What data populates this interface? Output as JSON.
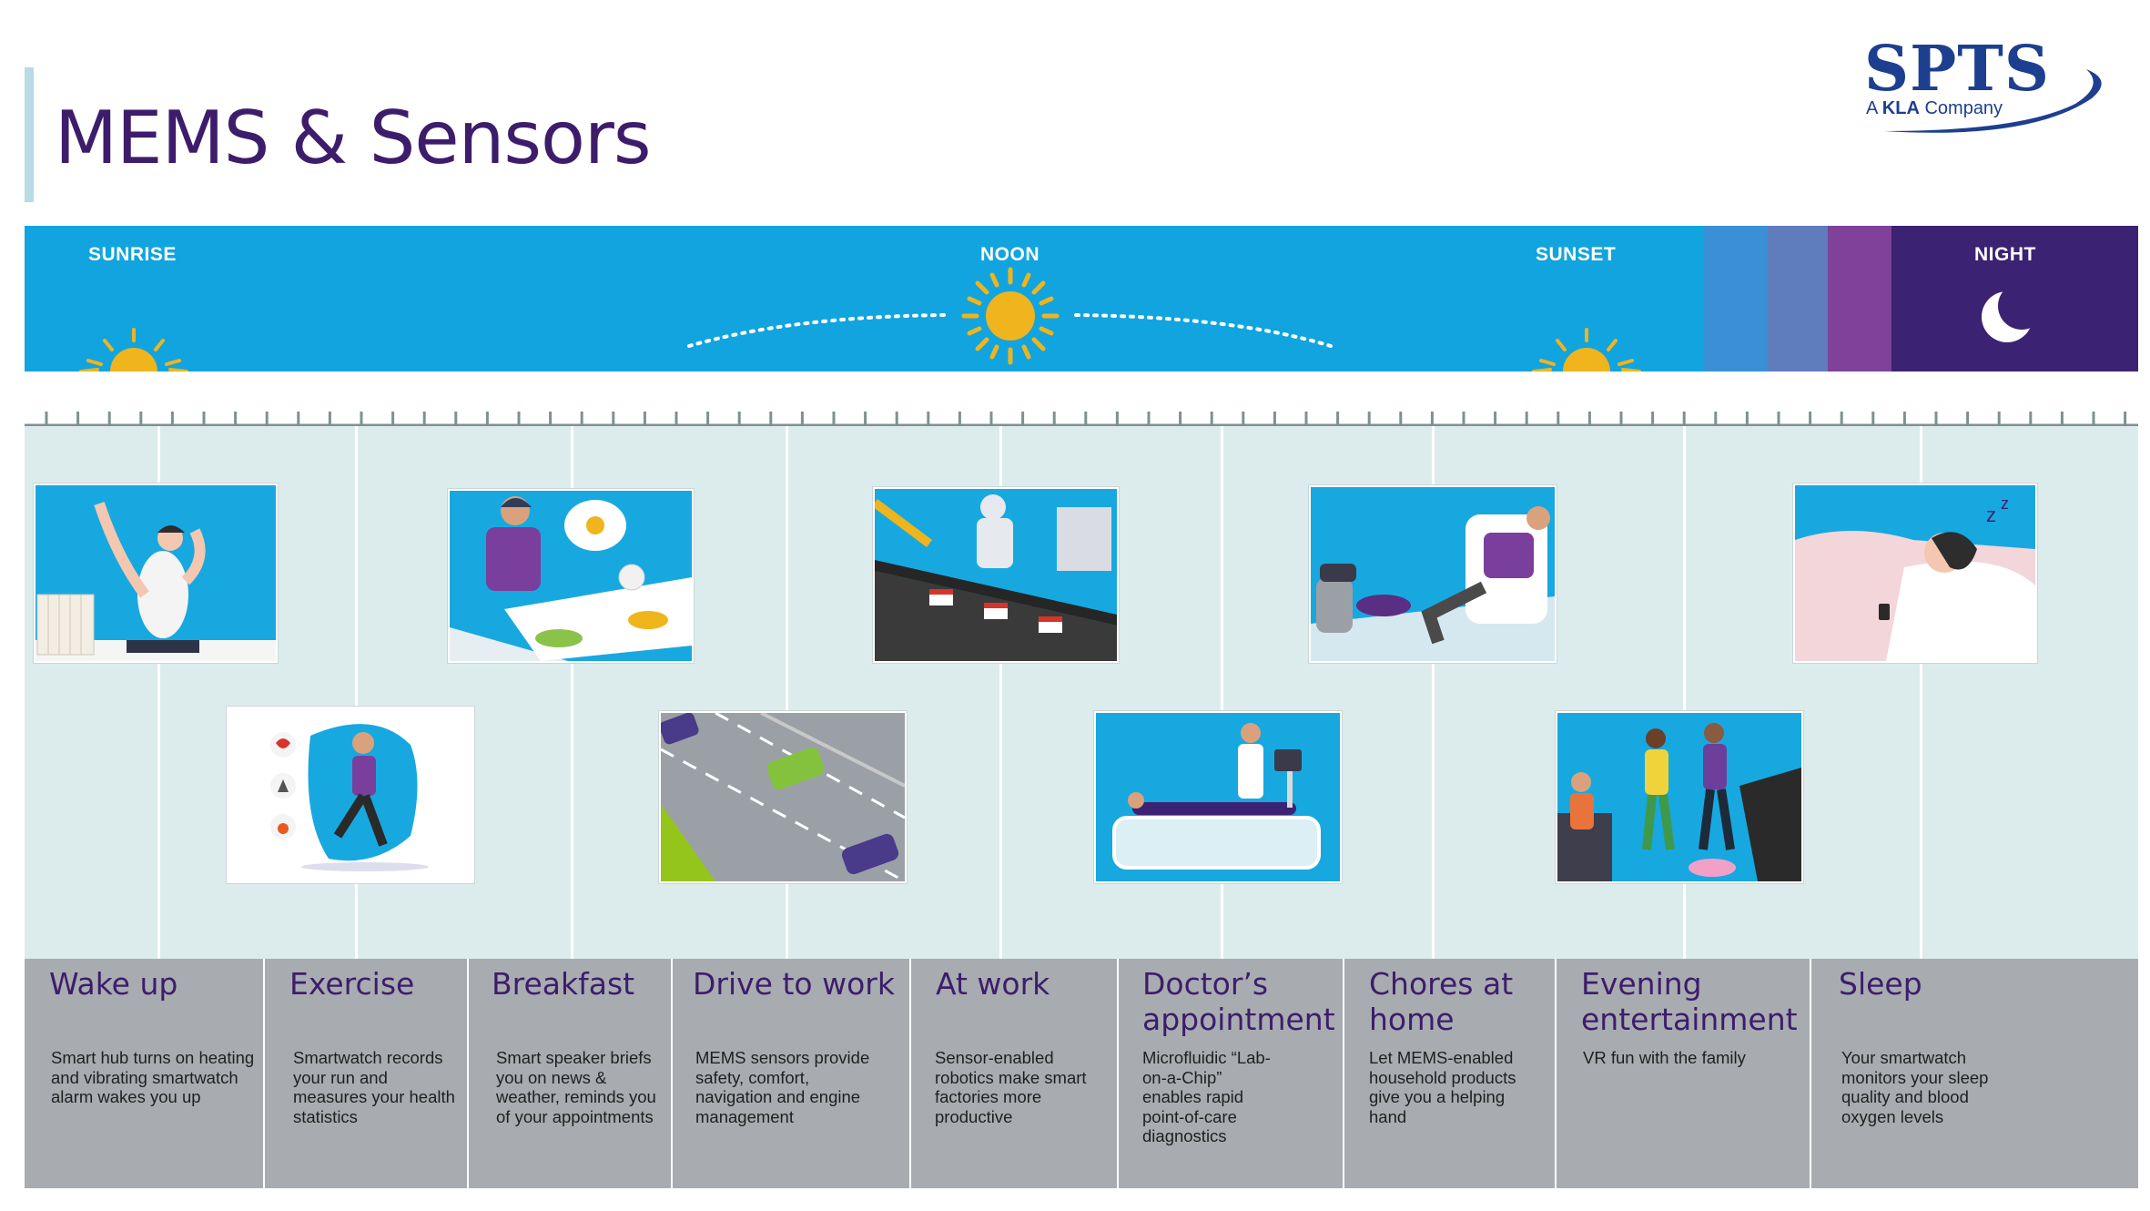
{
  "page_title": "MEMS & Sensors",
  "logo": {
    "name": "SPTS",
    "tagline_prefix": "A ",
    "tagline_brand": "KLA",
    "tagline_suffix": " Company"
  },
  "sky": {
    "sunrise": "SUNRISE",
    "noon": "NOON",
    "sunset": "SUNSET",
    "night": "NIGHT"
  },
  "colors": {
    "sky": "#12a4de",
    "title": "#3d1d6b",
    "panel": "#a8acb0",
    "timeline": "#dcecec",
    "sun": "#f0b41c",
    "night": "#3c2272"
  },
  "stages": [
    {
      "title": "Wake up",
      "text": "Smart hub turns on heating and vibrating smartwatch alarm wakes you up"
    },
    {
      "title": "Exercise",
      "text": "Smartwatch records your run and measures your health statistics"
    },
    {
      "title": "Breakfast",
      "text": "Smart speaker briefs you on news & weather, reminds you of your appointments"
    },
    {
      "title": "Drive to work",
      "text": "MEMS sensors provide safety, comfort, navigation and engine management"
    },
    {
      "title": "At work",
      "text": "Sensor-enabled robotics make smart factories more productive"
    },
    {
      "title": "Doctor’s appointment",
      "text": "Microfluidic “Lab-on-a-Chip” enables rapid point-of-care diagnostics"
    },
    {
      "title": "Chores at home",
      "text": "Let MEMS-enabled household products give you a helping hand"
    },
    {
      "title": "Evening entertainment",
      "text": "VR fun with the family"
    },
    {
      "title": "Sleep",
      "text": "Your smartwatch monitors your sleep quality and blood oxygen levels"
    }
  ]
}
